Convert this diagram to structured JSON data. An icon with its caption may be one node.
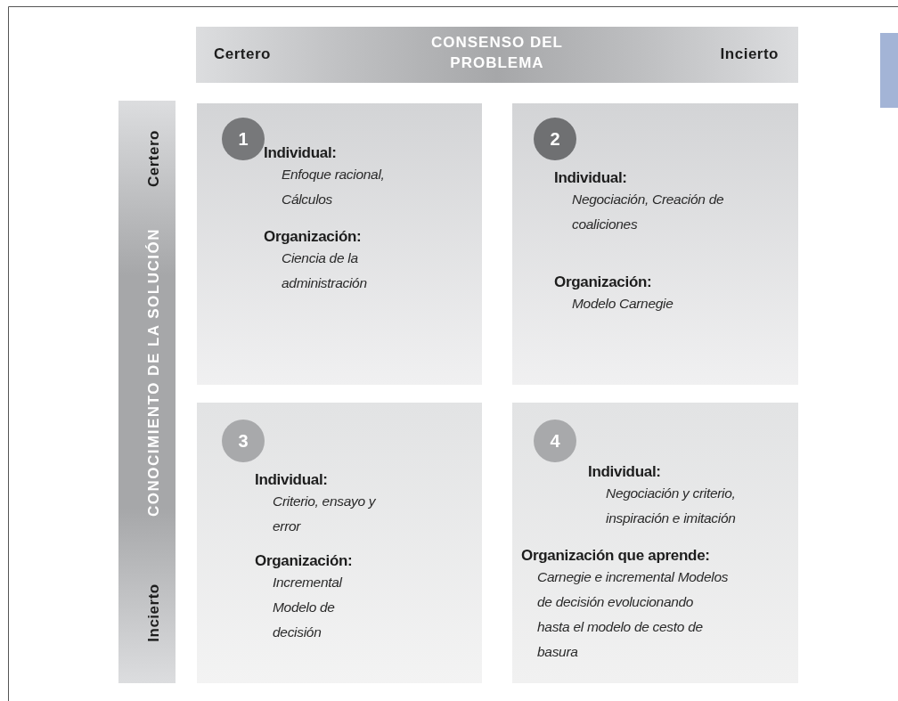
{
  "diagram": {
    "nodes": [
      {
        "text": [
          "Certero",
          "CONSENSO DEL PROBLEMA",
          "Incierto"
        ]
      },
      {
        "text": [
          "Certero",
          "CONOCIMIENTO DE LA SOLUCIÓN",
          "Incierto"
        ]
      },
      {
        "text": [
          "Individual:",
          "Enfoque racional, Cálculos",
          "Organización:",
          "Ciencia de la administración"
        ]
      },
      {
        "text": [
          "1"
        ],
        "in": 2
      },
      {
        "text": [
          "Individual:",
          "Negociación, Creación de coaliciones",
          "Organización:",
          "Modelo Carnegie"
        ]
      },
      {
        "text": [
          "2"
        ],
        "in": 4
      },
      {
        "text": [
          "Individual:",
          "Criterio, ensayo y error",
          "Organización:",
          "Incremental Modelo de decisión"
        ]
      },
      {
        "text": [
          "3"
        ],
        "in": 6
      },
      {
        "text": [
          "Individual:",
          "Negociación y criterio, inspiración e imitación",
          "Organización que aprende:",
          "Carnegie e incremental Modelos de decisión evolucionando hasta el modelo de cesto de basura"
        ]
      },
      {
        "text": [
          "4"
        ],
        "in": 8
      }
    ]
  }
}
